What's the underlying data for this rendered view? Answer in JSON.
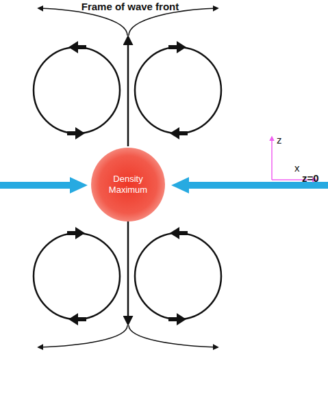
{
  "diagram": {
    "title": "Frame of wave front",
    "nodes": [
      {
        "text": [
          "Density Maximum"
        ]
      }
    ],
    "labels": [
      "z",
      "x",
      "z=0"
    ]
  }
}
